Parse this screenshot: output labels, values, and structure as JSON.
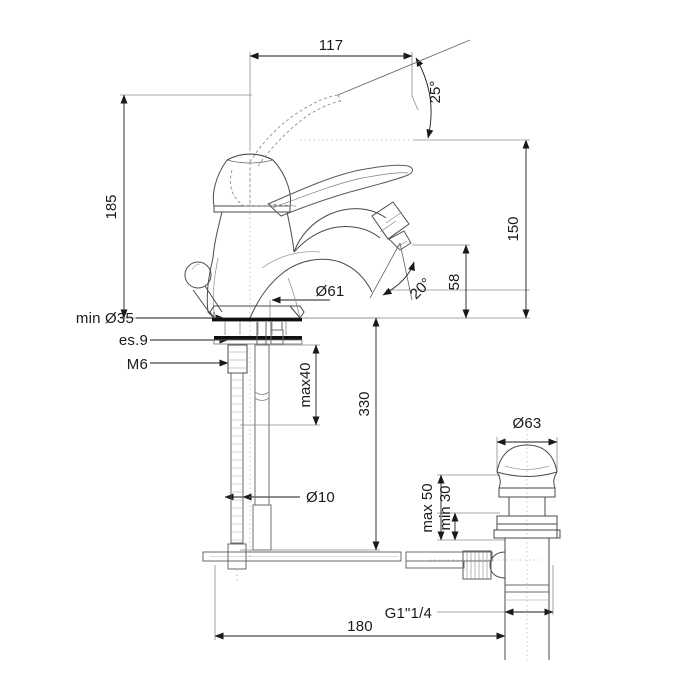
{
  "drawing": {
    "title": "Bidet mixer tap technical dimension drawing",
    "background_color": "#ffffff",
    "line_color": "#1a1a1a",
    "thin_line_color": "#8c8c8c",
    "centerline_color": "#b0b0b0"
  },
  "dimensions": {
    "top_width": "117",
    "left_height": "185",
    "right_height": "150",
    "spout_height": "58",
    "handle_angle": "25°",
    "outlet_angle": "20°",
    "base_diameter": "Ø61",
    "hole_min": "min Ø35",
    "thickness": "es.9",
    "bolt": "M6",
    "counter_max": "max40",
    "hose_length": "330",
    "hose_diameter": "Ø10",
    "waste_cap_diameter": "Ø63",
    "waste_max": "max 50",
    "waste_min": "min 30",
    "waste_thread": "G1\"1/4",
    "rod_length": "180"
  }
}
